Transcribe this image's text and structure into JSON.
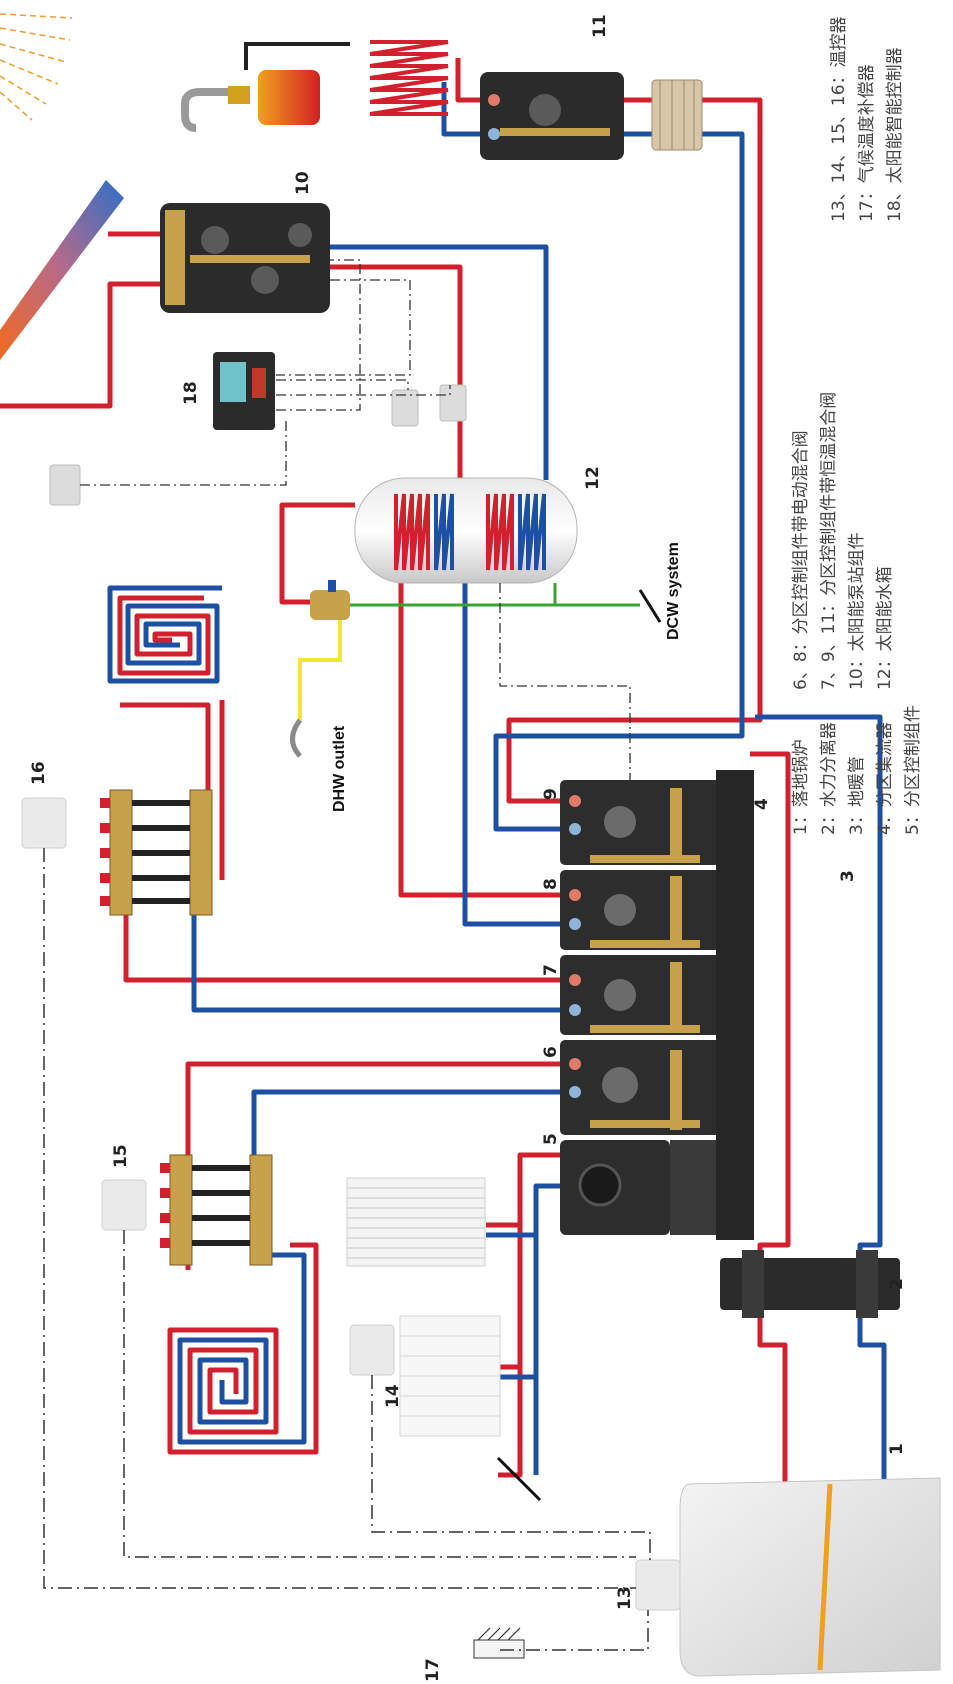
{
  "colors": {
    "hot_pipe": "#d3202e",
    "cold_pipe": "#1d4fa3",
    "cold_water": "#3aa535",
    "dhw_pipe": "#f2e62e",
    "equipment": "#2b2b2b",
    "brass": "#c8a24a",
    "control_line": "#333333"
  },
  "labels": {
    "dhw_outlet": "DHW outlet",
    "dcw_system": "DCW system"
  },
  "numbers": {
    "n1": "1",
    "n2": "2",
    "n3": "3",
    "n4": "4",
    "n5": "5",
    "n6": "6",
    "n7": "7",
    "n8": "8",
    "n9": "9",
    "n10": "10",
    "n11": "11",
    "n12": "12",
    "n13": "13",
    "n14": "14",
    "n15": "15",
    "n16": "16",
    "n17": "17",
    "n18": "18"
  },
  "legend": [
    "1：落地锅炉",
    "2：水力分离器",
    "3：地暖管",
    "4：分区集流器",
    "5：分区控制组件",
    "6、8：分区控制组件带电动混合阀",
    "7、9、11：分区控制组件带恒温混合阀",
    "10：太阳能泵站组件",
    "12：太阳能水箱",
    "13、14、15、16：温控器",
    "17：气候温度补偿器",
    "18、太阳能智能控制器"
  ]
}
